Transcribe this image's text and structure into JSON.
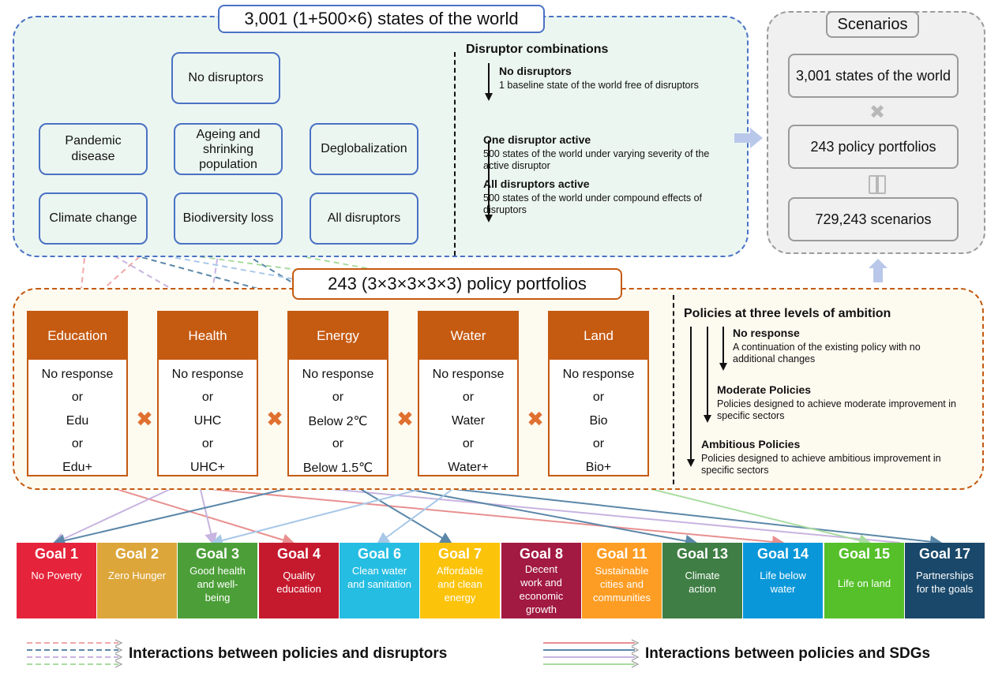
{
  "world": {
    "title": "3,001 (1+500×6) states of the world",
    "disruptors": {
      "none": "No disruptors",
      "pandemic": "Pandemic\ndisease",
      "ageing": "Ageing and\nshrinking\npopulation",
      "deglob": "Deglobalization",
      "climate": "Climate change",
      "bio": "Biodiversity loss",
      "all": "All disruptors"
    },
    "combos": {
      "title": "Disruptor combinations",
      "none_title": "No disruptors",
      "none_desc": "1 baseline state of the world free of disruptors",
      "one_title": "One disruptor active",
      "one_desc": "500 states of the world under varying severity of the active disruptor",
      "all_title": "All disruptors active",
      "all_desc": "500 states of the world under compound effects of disruptors"
    }
  },
  "scenarios": {
    "title": "Scenarios",
    "states": "3,001 states of the world",
    "portfolios": "243 policy portfolios",
    "total": "729,243 scenarios"
  },
  "policy": {
    "title": "243 (3×3×3×3×3) policy portfolios",
    "cards": [
      {
        "head": "Education",
        "opts": [
          "No response",
          "or",
          "Edu",
          "or",
          "Edu+"
        ]
      },
      {
        "head": "Health",
        "opts": [
          "No response",
          "or",
          "UHC",
          "or",
          "UHC+"
        ]
      },
      {
        "head": "Energy",
        "opts": [
          "No response",
          "or",
          "Below 2℃",
          "or",
          "Below 1.5℃"
        ]
      },
      {
        "head": "Water",
        "opts": [
          "No response",
          "or",
          "Water",
          "or",
          "Water+"
        ]
      },
      {
        "head": "Land",
        "opts": [
          "No response",
          "or",
          "Bio",
          "or",
          "Bio+"
        ]
      }
    ],
    "levels": {
      "title": "Policies at three levels of ambition",
      "none_title": "No response",
      "none_desc": "A continuation of the existing policy with no additional changes",
      "mod_title": "Moderate Policies",
      "mod_desc": "Policies designed to achieve moderate improvement in specific sectors",
      "amb_title": "Ambitious Policies",
      "amb_desc": "Policies designed to achieve ambitious improvement in specific sectors"
    }
  },
  "goals": [
    {
      "num": "Goal 1",
      "text": "No Poverty",
      "color": "#e5243b"
    },
    {
      "num": "Goal 2",
      "text": "Zero Hunger",
      "color": "#dda63a"
    },
    {
      "num": "Goal 3",
      "text": "Good health and well-being",
      "color": "#4c9f38"
    },
    {
      "num": "Goal 4",
      "text": "Quality education",
      "color": "#c5192d"
    },
    {
      "num": "Goal 6",
      "text": "Clean water and sanitation",
      "color": "#26bde2"
    },
    {
      "num": "Goal 7",
      "text": "Affordable and clean energy",
      "color": "#fcc30b"
    },
    {
      "num": "Goal 8",
      "text": "Decent work and economic growth",
      "color": "#a21942"
    },
    {
      "num": "Goal 11",
      "text": "Sustainable cities and communities",
      "color": "#fd9d24"
    },
    {
      "num": "Goal 13",
      "text": "Climate action",
      "color": "#3f7e44"
    },
    {
      "num": "Goal 14",
      "text": "Life below water",
      "color": "#0a97d9"
    },
    {
      "num": "Goal 15",
      "text": "Life on land",
      "color": "#56c02b"
    },
    {
      "num": "Goal 17",
      "text": "Partnerships for the goals",
      "color": "#19486a"
    }
  ],
  "legend": {
    "disruptors": "Interactions between policies and disruptors",
    "sdgs": "Interactions between policies and SDGs"
  }
}
